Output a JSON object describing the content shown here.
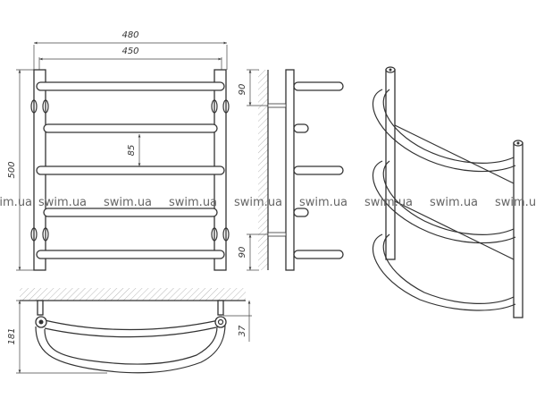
{
  "dimensions": {
    "overall_width": "480",
    "axis_width": "450",
    "height": "500",
    "bar_spacing": "85",
    "top_bracket_offset": "90",
    "bottom_bracket_offset": "90",
    "depth": "181",
    "wall_offset": "37"
  },
  "watermark": {
    "text": "swim.ua"
  }
}
